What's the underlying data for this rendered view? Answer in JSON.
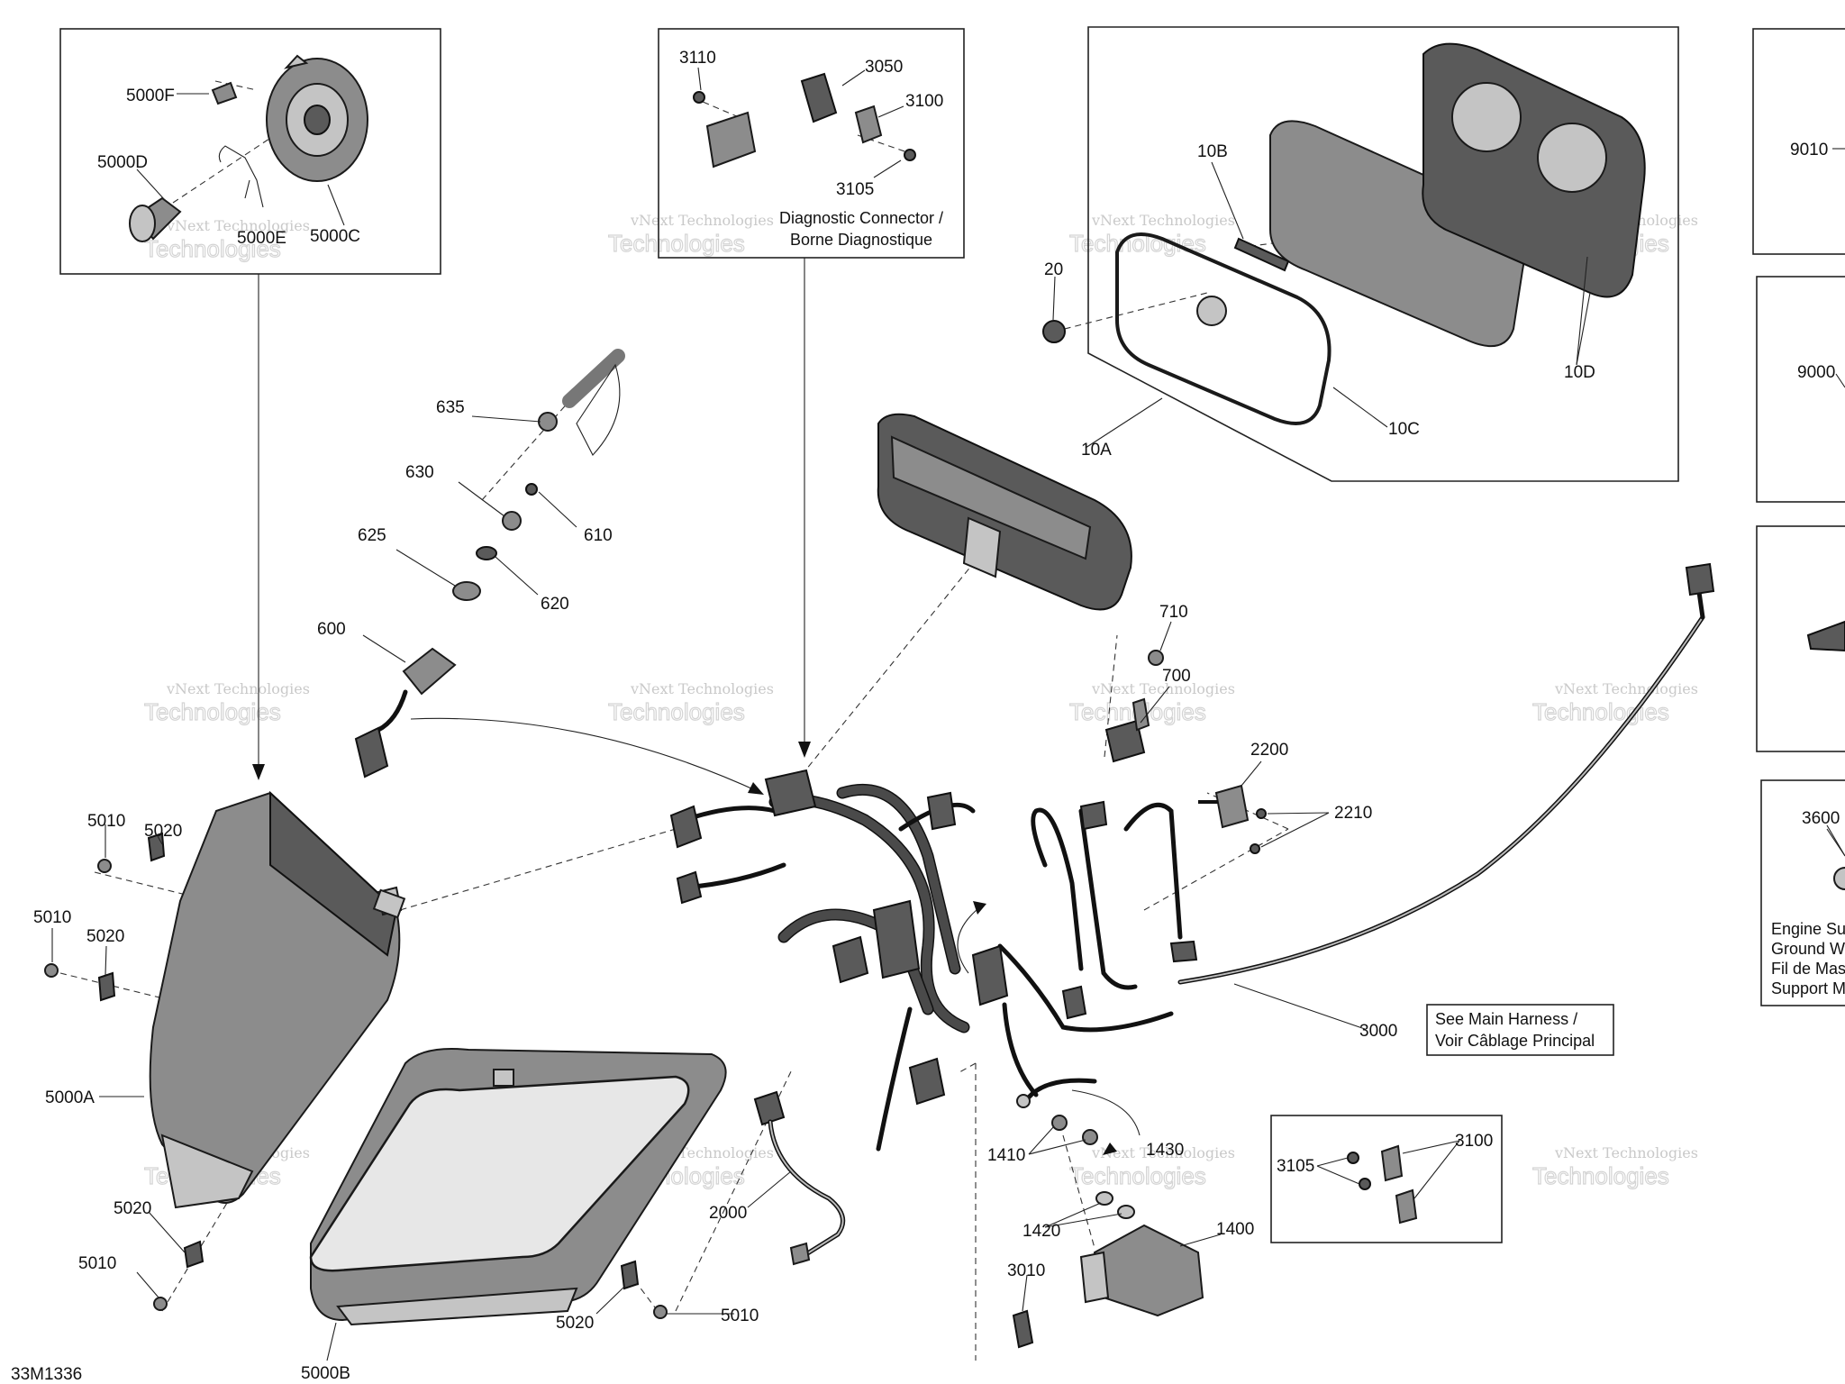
{
  "diagram_code": "33M1336",
  "watermark": {
    "line1": "vNext Technologies",
    "line2": "Technologies"
  },
  "notes": {
    "diagnostic": [
      "Diagnostic Connector /",
      "Borne Diagnostique"
    ],
    "main_harness": [
      "See Main Harness /",
      "Voir Câblage Principal"
    ],
    "engine_ground": [
      "Engine Su",
      "Ground W",
      "Fil de Mas",
      "Support M"
    ]
  },
  "labels": {
    "l5000F": "5000F",
    "l5000D": "5000D",
    "l5000E": "5000E",
    "l5000C": "5000C",
    "l3110": "3110",
    "l3050": "3050",
    "l3100a": "3100",
    "l3105a": "3105",
    "l10B": "10B",
    "l20": "20",
    "l10D": "10D",
    "l10C": "10C",
    "l10A": "10A",
    "l9010": "9010",
    "l9000": "9000",
    "l3600": "3600",
    "l635": "635",
    "l630": "630",
    "l610": "610",
    "l625": "625",
    "l620": "620",
    "l600": "600",
    "l710": "710",
    "l700": "700",
    "l2200": "2200",
    "l2210": "2210",
    "l5010a": "5010",
    "l5020a": "5020",
    "l5010b": "5010",
    "l5020b": "5020",
    "l5000A": "5000A",
    "l5020c": "5020",
    "l5010c": "5010",
    "l5000B": "5000B",
    "l5020d": "5020",
    "l5010d": "5010",
    "l2000": "2000",
    "l3000": "3000",
    "l1410": "1410",
    "l1430": "1430",
    "l1420": "1420",
    "l1400": "1400",
    "l3010": "3010",
    "l3105b": "3105",
    "l3100b": "3100"
  }
}
